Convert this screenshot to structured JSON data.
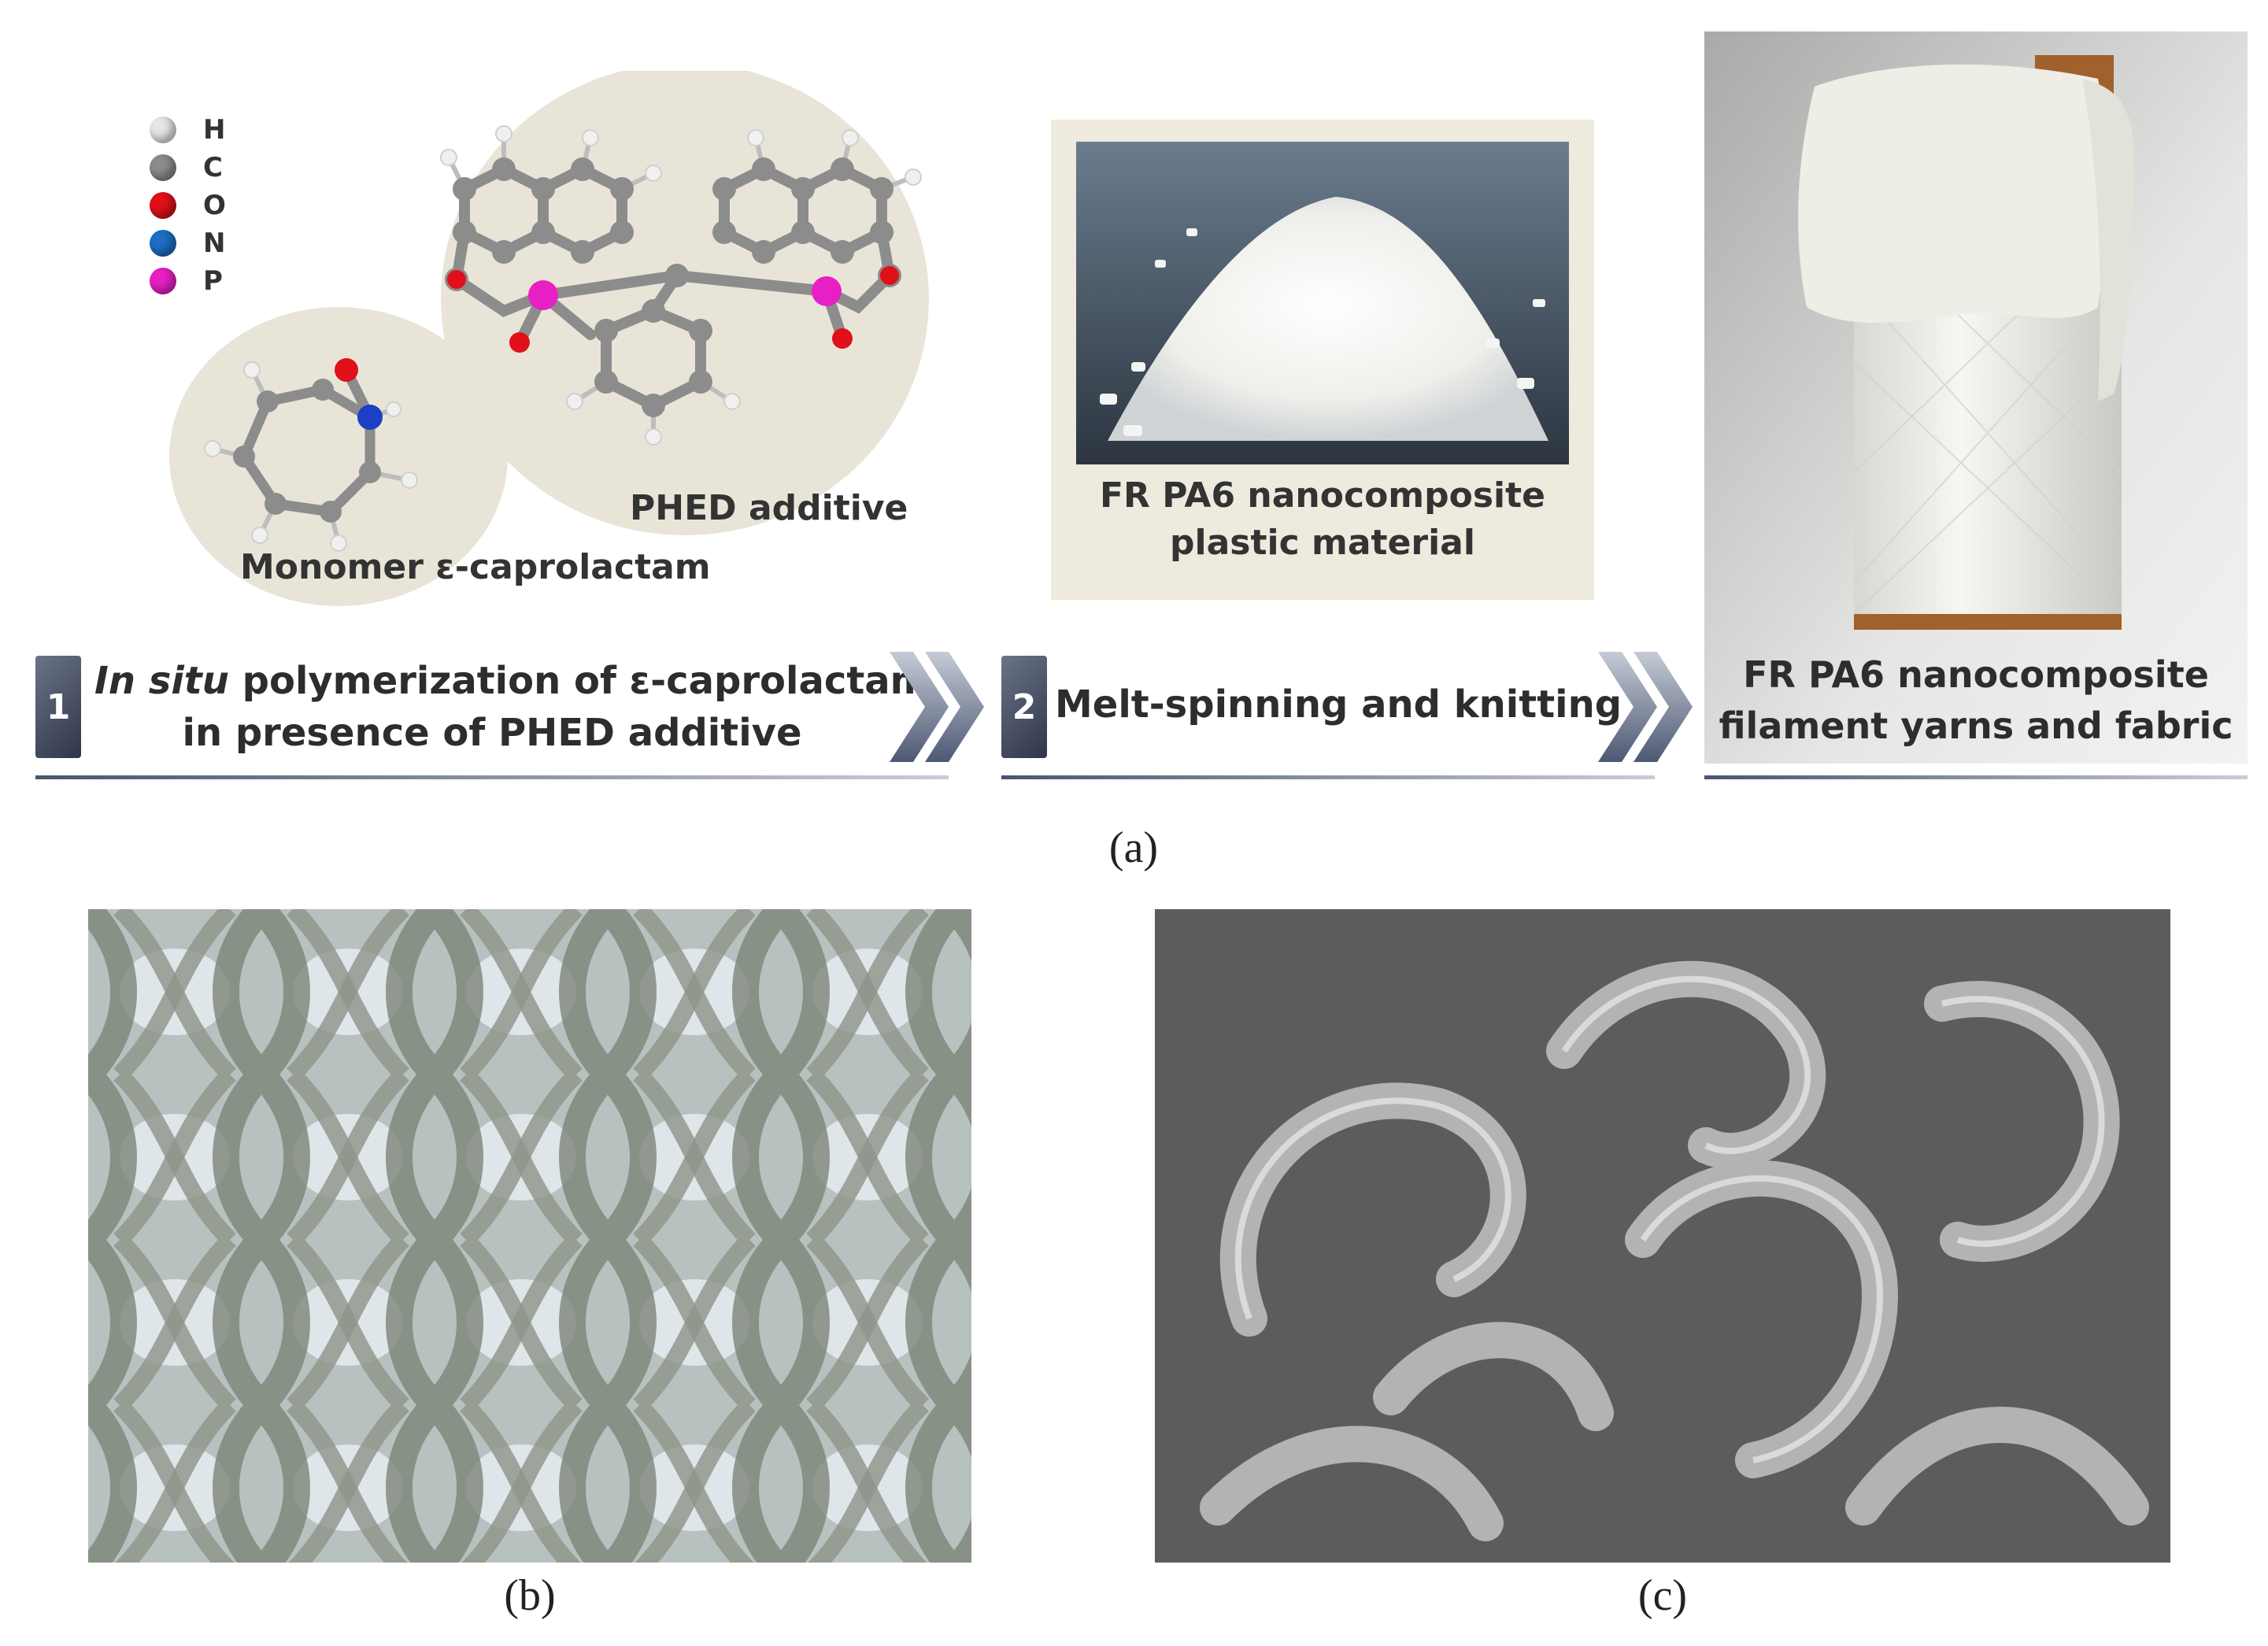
{
  "legend": [
    {
      "symbol": "H",
      "color": "#e6e6e6"
    },
    {
      "symbol": "C",
      "color": "#8c8c8c"
    },
    {
      "symbol": "O",
      "color": "#e0101a"
    },
    {
      "symbol": "N",
      "color": "#1c6fc4"
    },
    {
      "symbol": "P",
      "color": "#e81fc4"
    }
  ],
  "molecules": {
    "phed_label": "PHED additive",
    "monomer_label": "Monomer ε-caprolactam"
  },
  "granules_label_line1": "FR PA6 nanocomposite",
  "granules_label_line2": "plastic material",
  "steps": [
    {
      "number": "1",
      "line1_italic": "In situ",
      "line1_rest": " polymerization of ε-caprolactam",
      "line2": "in presence of PHED additive"
    },
    {
      "number": "2",
      "line1": "Melt-spinning and knitting"
    }
  ],
  "product_label_line1": "FR PA6 nanocomposite",
  "product_label_line2": "filament yarns and fabric",
  "captions": {
    "a": "(a)",
    "b": "(b)",
    "c": "(c)"
  },
  "colors": {
    "molecule_bg": "#e8e5d8",
    "granule_panel": "#eeebde",
    "step_bar": "#3d4559"
  }
}
